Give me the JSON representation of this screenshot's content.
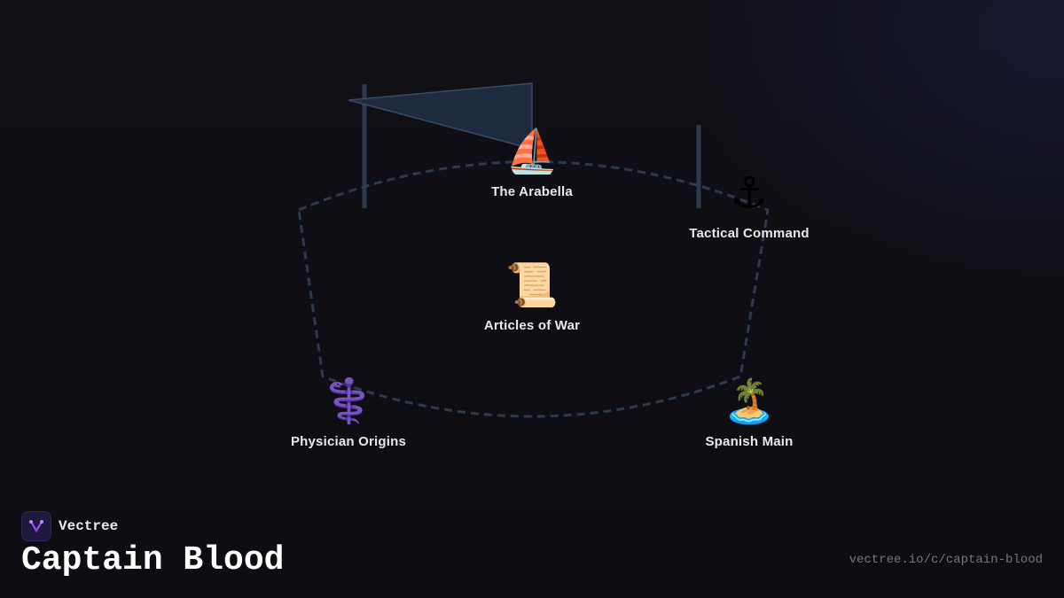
{
  "brand": {
    "name": "Vectree",
    "logo_icon": "vectree-logo-icon"
  },
  "title": "Captain Blood",
  "url": "vectree.io/c/captain-blood",
  "colors": {
    "background": "#0e0e13",
    "outline": "#2c3a52",
    "sail": "#1f2b3e",
    "label": "#e8e8ee",
    "url": "#77777f",
    "logo_accent": "#a855f7"
  },
  "nodes": [
    {
      "id": "arabella",
      "label": "The Arabella",
      "icon": "sailboat-icon",
      "glyph": "⛵"
    },
    {
      "id": "tactical",
      "label": "Tactical Command",
      "icon": "anchor-icon",
      "glyph": "⚓"
    },
    {
      "id": "articles",
      "label": "Articles of War",
      "icon": "scroll-icon",
      "glyph": "📜"
    },
    {
      "id": "physician",
      "label": "Physician Origins",
      "icon": "caduceus-icon",
      "glyph": "⚕️"
    },
    {
      "id": "spanish",
      "label": "Spanish Main",
      "icon": "island-icon",
      "glyph": "🏝️"
    }
  ]
}
